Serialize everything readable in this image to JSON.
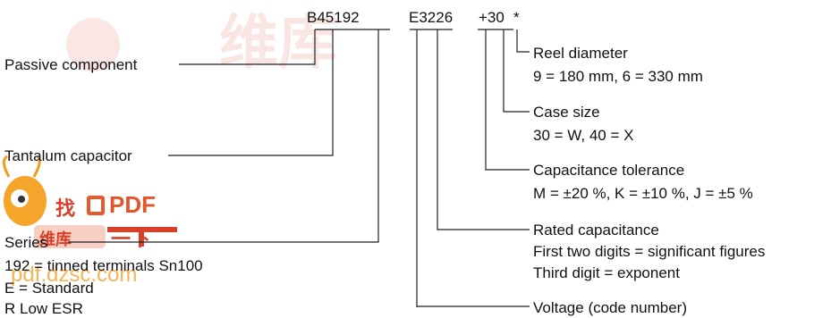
{
  "code": {
    "base": "B45192",
    "type": "E3226",
    "suffix": "+30",
    "star": "*"
  },
  "left_labels": {
    "passive": "Passive component",
    "tantalum": "Tantalum capacitor",
    "series": "Series",
    "series_line1": "192  = tinned terminals Sn100",
    "series_line2": "E     = Standard",
    "series_line3": "R      Low ESR"
  },
  "right_labels": {
    "reel_title": "Reel diameter",
    "reel_values": "9 = 180 mm, 6 = 330 mm",
    "case_title": "Case size",
    "case_values": "30 = W, 40 = X",
    "tol_title": "Capacitance tolerance",
    "tol_values": "M = ±20 %, K = ±10 %, J = ±5 %",
    "rated_title": "Rated capacitance",
    "rated_line1": "First two digits = significant figures",
    "rated_line2": "Third digit = exponent",
    "voltage_title": "Voltage (code number)"
  },
  "watermark": {
    "top_logo": "维库",
    "find": "找",
    "pdf": "PDF",
    "below": "一下",
    "chip": "维库",
    "site": "pdf.dzsc.com"
  },
  "colors": {
    "watermark_red": "#d8402b",
    "watermark_orange": "#f29b1f"
  }
}
